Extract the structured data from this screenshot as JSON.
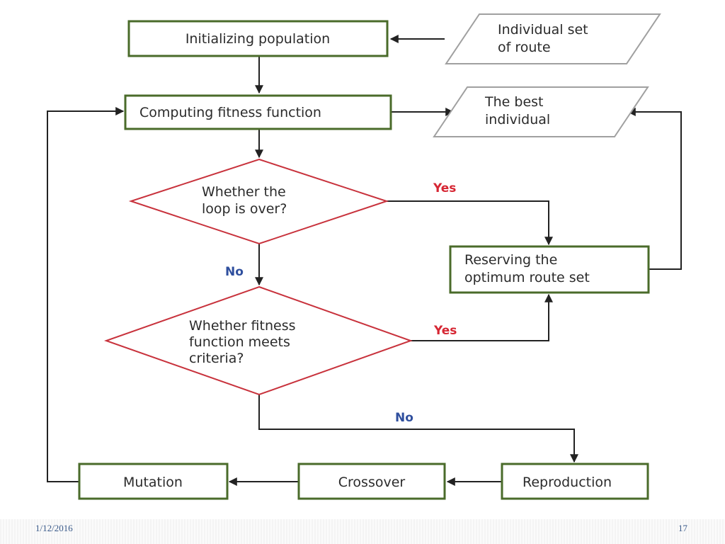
{
  "nodes": {
    "init": "Initializing population",
    "input": [
      "Individual set",
      "of route"
    ],
    "fitness": "Computing fitness function",
    "best": [
      "The best",
      "individual"
    ],
    "loop": [
      "Whether the",
      "loop is over?"
    ],
    "criteria": [
      "Whether fitness",
      "function meets",
      "criteria?"
    ],
    "reserve": [
      "Reserving the",
      "optimum route set"
    ],
    "mutation": "Mutation",
    "crossover": "Crossover",
    "reproduction": "Reproduction"
  },
  "edges": {
    "loop_yes": "Yes",
    "loop_no": "No",
    "criteria_yes": "Yes",
    "criteria_no": "No"
  },
  "colors": {
    "process_border": "#4a6b2a",
    "decision_border": "#c8323c",
    "io_border": "#a0a0a0",
    "yes_label": "#d62633",
    "no_label": "#2f4f9e"
  },
  "footer": {
    "date": "1/12/2016",
    "page": "17"
  }
}
